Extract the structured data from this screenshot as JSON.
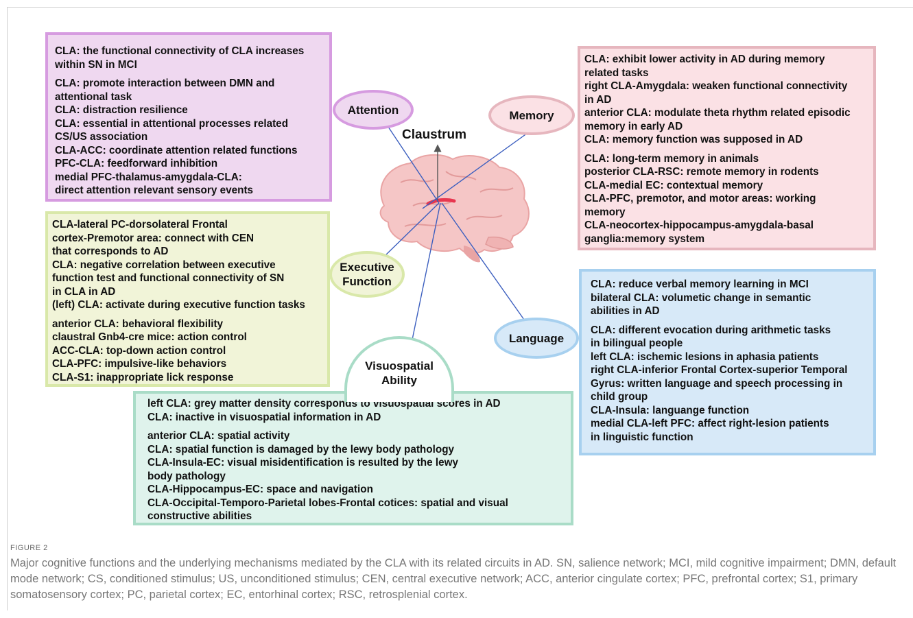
{
  "center": {
    "label": "Claustrum"
  },
  "bubbles": {
    "attention": "Attention",
    "memory": "Memory",
    "executive": "Executive Function",
    "language": "Language",
    "visuospatial": "Visuospatial Ability"
  },
  "attention": [
    [
      "CLA: the functional connectivity of CLA increases",
      "within SN in MCI"
    ],
    [
      "CLA: promote interaction between DMN and",
      "attentional task",
      "CLA: distraction resilience",
      "CLA: essential in attentional processes related",
      "CS/US association",
      "CLA-ACC: coordinate attention related functions",
      "PFC-CLA: feedforward inhibition",
      "medial PFC-thalamus-amygdala-CLA:",
      "direct attention relevant sensory events"
    ]
  ],
  "memory": [
    [
      "CLA: exhibit lower activity in AD during memory",
      "related tasks",
      "right CLA-Amygdala: weaken functional connectivity",
      "in AD",
      "anterior CLA: modulate theta rhythm related episodic",
      "memory in early AD",
      "CLA: memory function was supposed in AD"
    ],
    [
      "CLA: long-term memory in animals",
      "posterior CLA-RSC: remote memory in rodents",
      "CLA-medial EC: contextual memory",
      "CLA-PFC, premotor, and motor areas: working",
      "memory",
      "CLA-neocortex-hippocampus-amygdala-basal",
      "ganglia:memory system"
    ]
  ],
  "executive": [
    [
      "CLA-lateral PC-dorsolateral Frontal",
      "cortex-Premotor area: connect with CEN",
      "that corresponds to AD",
      "CLA: negative correlation between executive",
      "function test and functional connectivity of SN",
      " in CLA in AD",
      "(left) CLA: activate during executive function tasks"
    ],
    [
      "anterior CLA: behavioral flexibility",
      "claustral Gnb4-cre mice: action control",
      "ACC-CLA: top-down action control",
      "CLA-PFC: impulsive-like behaviors",
      "CLA-S1: inappropriate lick response"
    ]
  ],
  "language": [
    [
      "CLA: reduce verbal memory learning in MCI",
      "bilateral CLA: volumetic change in semantic",
      "abilities in AD"
    ],
    [
      "CLA: different evocation during arithmetic tasks",
      "in bilingual people",
      "left CLA: ischemic lesions in aphasia patients",
      "right CLA-inferior Frontal Cortex-superior Temporal",
      "Gyrus: written language and speech processing in",
      "child group",
      "CLA-Insula: languange function",
      "medial CLA-left PFC: affect right-lesion patients",
      "in linguistic function"
    ]
  ],
  "visuospatial": [
    [
      "left CLA: grey matter density corresponds to visuospatial scores in AD",
      "CLA: inactive in visuospatial information in AD"
    ],
    [
      "anterior CLA: spatial activity",
      "CLA: spatial function is damaged by the lewy body pathology",
      "CLA-Insula-EC: visual misidentification is resulted by the lewy",
      "body pathology",
      "CLA-Hippocampus-EC: space and navigation",
      "CLA-Occipital-Temporo-Parietal lobes-Frontal cotices: spatial and visual",
      "constructive abilities"
    ]
  ],
  "figure_label": "FIGURE 2",
  "caption": "Major cognitive functions and the underlying mechanisms mediated by the CLA with its related circuits in AD. SN, salience network; MCI, mild cognitive impairment; DMN, default mode network; CS, conditioned stimulus; US, unconditioned stimulus; CEN, central executive network; ACC, anterior cingulate cortex; PFC, prefrontal cortex; S1, primary somatosensory cortex; PC, parietal cortex; EC, entorhinal cortex; RSC, retrosplenial cortex.",
  "colors": {
    "attention": "#d69be0",
    "memory": "#e6b6be",
    "executive": "#d9e8a9",
    "language": "#a7d0ef",
    "visuospatial": "#a9dcc7",
    "connector": "#3c5fbf",
    "claustrum": "#e8364f"
  }
}
